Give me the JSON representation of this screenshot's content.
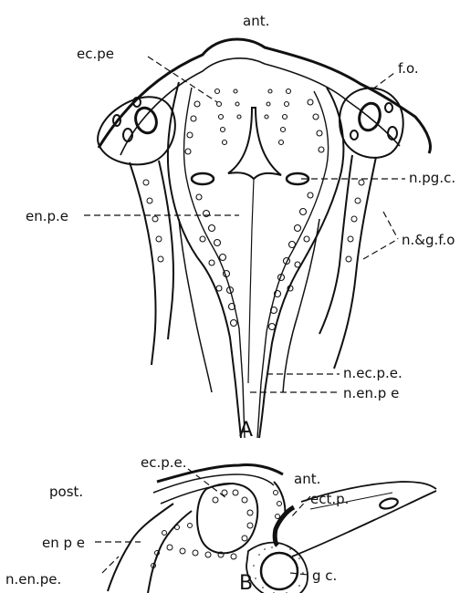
{
  "figure": {
    "panels": {
      "a": {
        "panel_label": "A",
        "labels": {
          "ant": "ant.",
          "ec_pe": "ec.pe",
          "f_o": "f.o.",
          "n_pg_c": "n.pg.c.",
          "en_p_e": "en.p.e",
          "n_g_f_o": "n.&g.f.o",
          "n_ec_p_e": "n.ec.p.e.",
          "n_en_p_e": "n.en.p e"
        }
      },
      "b": {
        "panel_label": "B",
        "labels": {
          "ec_p_e": "ec.p.e.",
          "ant": "ant.",
          "post": "post.",
          "ect_p": "ect.p.",
          "en_p_e": "en p e",
          "n_en_pe": "n.en.pe.",
          "g_c": "g c."
        }
      }
    }
  }
}
